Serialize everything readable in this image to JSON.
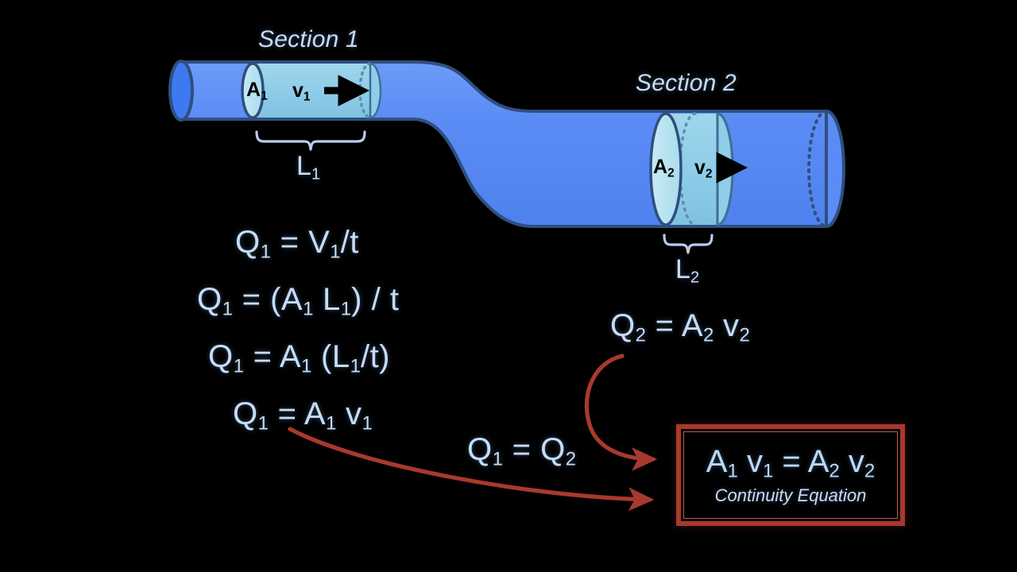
{
  "background_color": "#000000",
  "palette": {
    "pipe_fill": "#5b8cf5",
    "pipe_edge": "#2f4f7f",
    "pipe_cap_dark": "#3d79f0",
    "slice_fill": "#8fcde8",
    "disc_fill": "#b6e2ef",
    "text_blue": "#c6dcf5",
    "arrow_red": "#a8392d",
    "box_border": "#a8392d",
    "box_inner_border": "#c25a49",
    "label_black": "#000000"
  },
  "diagram": {
    "section1_label": "Section 1",
    "section2_label": "Section 2",
    "section1": {
      "area_label": "A",
      "area_sub": "1",
      "velocity_label": "v",
      "velocity_sub": "1",
      "length_label": "L",
      "length_sub": "1",
      "flow_arrow": "right-arrow-icon"
    },
    "section2": {
      "area_label": "A",
      "area_sub": "2",
      "velocity_label": "v",
      "velocity_sub": "2",
      "length_label": "L",
      "length_sub": "2",
      "flow_arrow": "right-arrow-icon"
    }
  },
  "equations": {
    "left_column": [
      {
        "lhs": "Q",
        "lhs_sub": "1",
        "rhs_html": "= V<sub>1</sub>/t",
        "plain": "Q1 = V1/t"
      },
      {
        "lhs": "Q",
        "lhs_sub": "1",
        "rhs_html": "= (A<sub>1</sub> L<sub>1</sub>) / t",
        "plain": "Q1 = (A1 L1) / t"
      },
      {
        "lhs": "Q",
        "lhs_sub": "1",
        "rhs_html": "= A<sub>1</sub> (L<sub>1</sub>/t)",
        "plain": "Q1 = A1 (L1/t)"
      },
      {
        "lhs": "Q",
        "lhs_sub": "1",
        "rhs_html": "= A<sub>1</sub> v<sub>1</sub>",
        "plain": "Q1 = A1 v1"
      }
    ],
    "right_equation": {
      "plain": "Q2 = A2 v2"
    },
    "linking_equation": {
      "plain": "Q1 = Q2"
    }
  },
  "result": {
    "main_equation": "A1 v1 = A2 v2",
    "caption": "Continuity Equation"
  },
  "arrows": {
    "curved_from_q2": "curved-arrow-icon",
    "long_from_q1": "curved-arrow-icon"
  }
}
